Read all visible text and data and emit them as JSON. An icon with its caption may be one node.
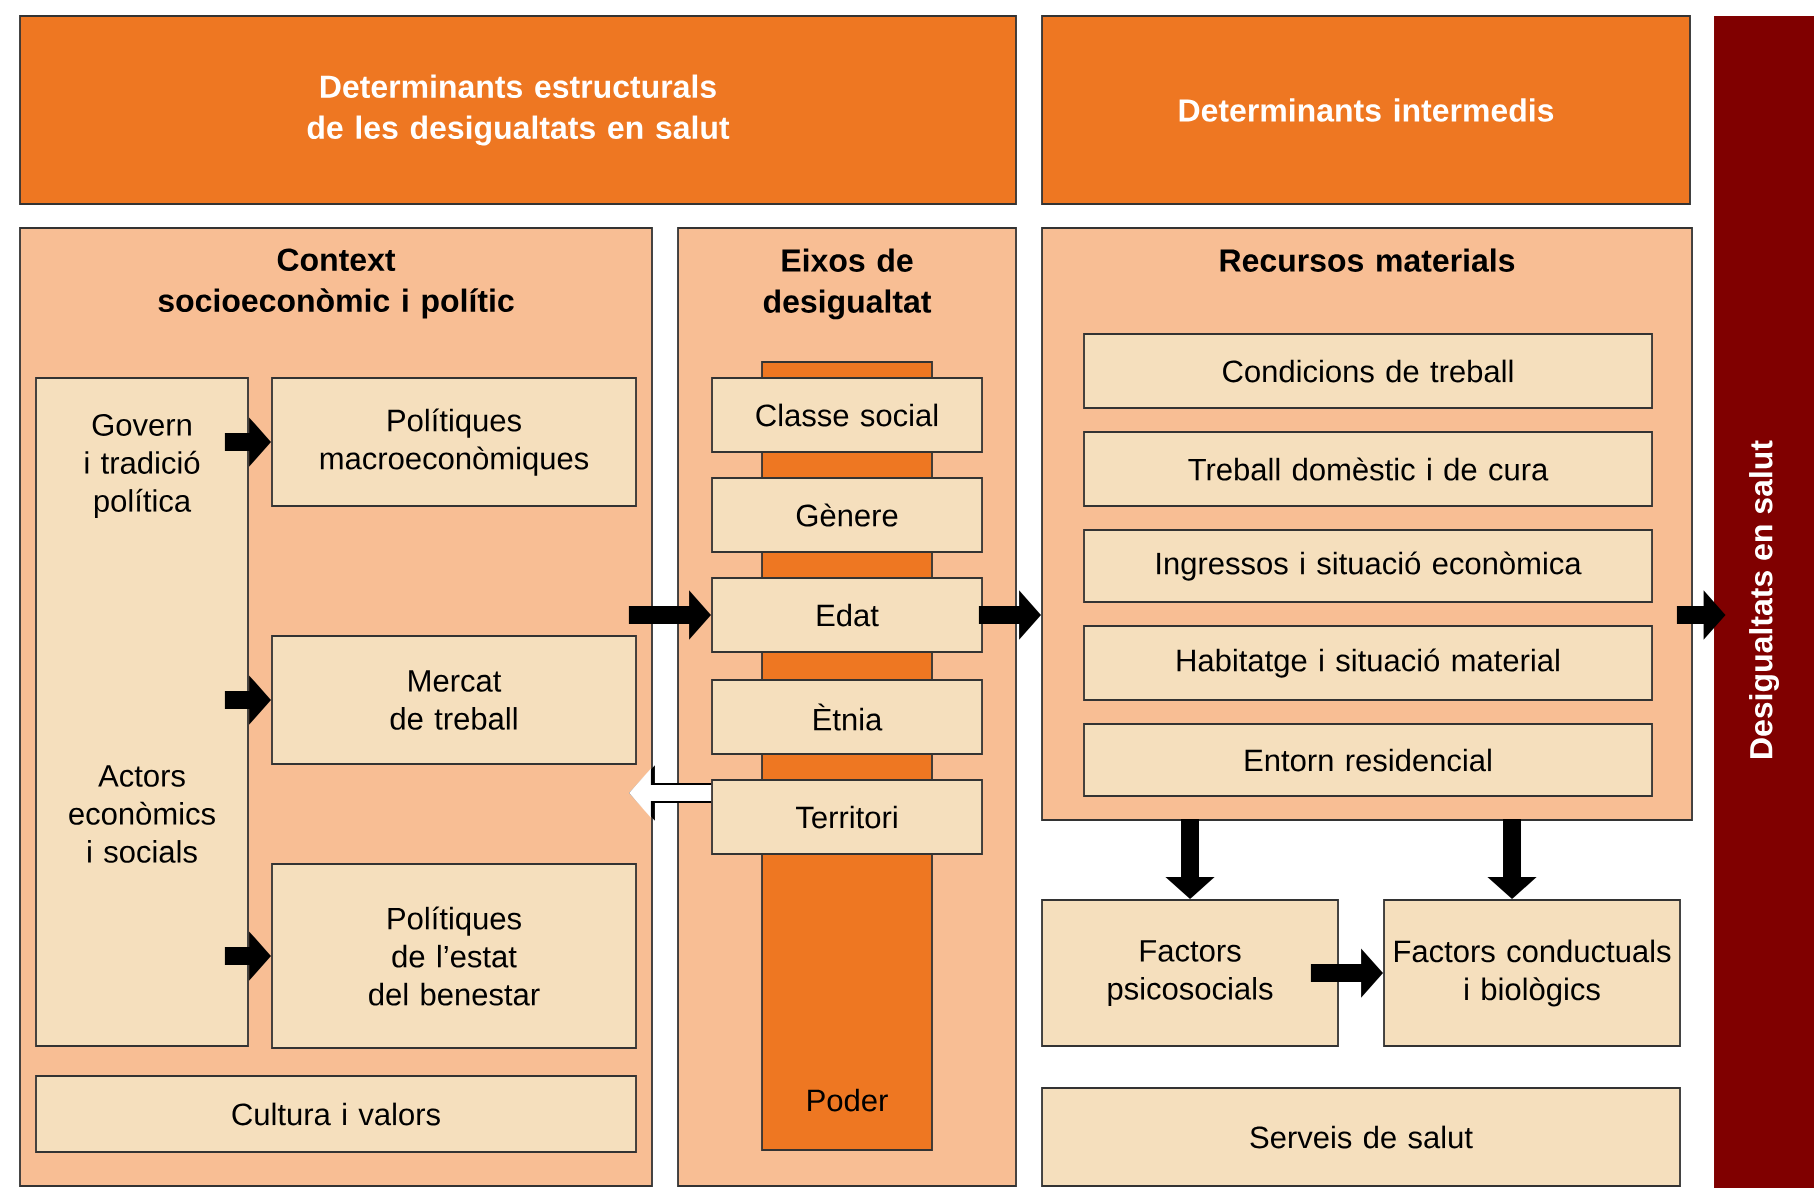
{
  "diagram": {
    "nodes": [
      {
        "text": [
          "Determinants estructurals de les desigualtats en salut"
        ]
      },
      {
        "text": [
          "Determinants intermedis"
        ]
      },
      {
        "text": [
          "Desigualtats en salut"
        ]
      },
      {
        "text": [
          "Context socioeconòmic i polític"
        ]
      },
      {
        "text": [
          "Govern i tradició política",
          "Actors econòmics i socials"
        ],
        "in": 3
      },
      {
        "text": [
          "Polítiques macroeconòmiques"
        ],
        "in": 3
      },
      {
        "text": [
          "Mercat de treball"
        ],
        "in": 3
      },
      {
        "text": [
          "Polítiques de l’estat del benestar"
        ],
        "in": 3
      },
      {
        "text": [
          "Cultura i valors"
        ],
        "in": 3
      },
      {
        "text": [
          "Eixos de desigualtat"
        ]
      },
      {
        "text": [
          "Poder"
        ],
        "in": 9
      },
      {
        "text": [
          "Classe social"
        ],
        "in": 9
      },
      {
        "text": [
          "Gènere"
        ],
        "in": 9
      },
      {
        "text": [
          "Edat"
        ],
        "in": 9
      },
      {
        "text": [
          "Ètnia"
        ],
        "in": 9
      },
      {
        "text": [
          "Territori"
        ],
        "in": 9
      },
      {
        "text": [
          "Recursos materials"
        ]
      },
      {
        "text": [
          "Condicions de treball"
        ],
        "in": 16
      },
      {
        "text": [
          "Treball domèstic i de cura"
        ],
        "in": 16
      },
      {
        "text": [
          "Ingressos i situació econòmica"
        ],
        "in": 16
      },
      {
        "text": [
          "Habitatge i situació material"
        ],
        "in": 16
      },
      {
        "text": [
          "Entorn residencial"
        ],
        "in": 16
      },
      {
        "text": [
          "Factors psicosocials"
        ]
      },
      {
        "text": [
          "Factors conductuals i biològics"
        ]
      },
      {
        "text": [
          "Serveis de salut"
        ]
      }
    ],
    "edges": [
      {
        "from": 4,
        "to": 5,
        "arrow": "to"
      },
      {
        "from": 4,
        "to": 6,
        "arrow": "to"
      },
      {
        "from": 4,
        "to": 7,
        "arrow": "to"
      },
      {
        "from": 3,
        "to": 13,
        "arrow": "to"
      },
      {
        "from": 15,
        "to": 3,
        "arrow": "to",
        "color": "#ffffff"
      },
      {
        "from": 13,
        "to": 16,
        "arrow": "to"
      },
      {
        "from": 16,
        "to": 2,
        "arrow": "to"
      },
      {
        "from": 16,
        "to": 22,
        "arrow": "to"
      },
      {
        "from": 16,
        "to": 23,
        "arrow": "to"
      },
      {
        "from": 22,
        "to": 23,
        "arrow": "to"
      }
    ]
  }
}
